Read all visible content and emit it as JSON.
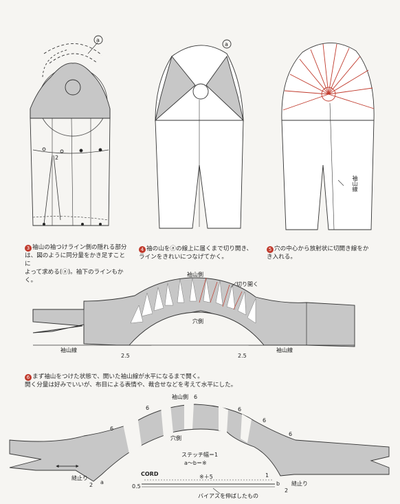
{
  "diagram": {
    "labels": {
      "a_circle": "a",
      "sodeyama_sen_vertical": "袖山線",
      "sodeyama_gawa_top": "袖山側",
      "kirihiraku": "切り開く",
      "anagawa_mid": "穴側",
      "sodeyama_sen_left": "袖山線",
      "sodeyama_sen_right": "袖山線",
      "val_25_left": "2.5",
      "val_25_right": "2.5",
      "sodeyama_gawa_bottom": "袖山側",
      "anagawa_bottom": "穴側",
      "six_top": "6",
      "six_l1": "6",
      "six_l2": "6",
      "six_r1": "6",
      "six_r2": "6",
      "six_r3": "6",
      "stitch": "ステッチ幅＝1",
      "formula": "a〜b＝※",
      "cord": "CORD",
      "cord_formula": "※＋5",
      "val_05": "0.5",
      "bias": "バイアスを伸ばしたもの",
      "nuidomari_left": "縫止り",
      "nuidomari_right": "縫止り",
      "pt_a": "a",
      "pt_b": "b",
      "two_left": "2",
      "two_right": "2",
      "one_right": "1",
      "tick_2": "2"
    },
    "captions": {
      "step3_num": "3",
      "step3_l1": "袖山の袖つけライン側の隠れる部分",
      "step3_l2": "は、図のように同分量をかき足すことに",
      "step3_l3": "よって求める(ⓐ)。袖下のラインもかく。",
      "step4_num": "4",
      "step4_l1": "袖の山をⓐの線上に届くまで切り開き、",
      "step4_l2": "ラインをきれいにつなげてかく。",
      "step5_num": "5",
      "step5_l1": "穴の中心から放射状に切開き線をか",
      "step5_l2": "き入れる。",
      "step6_num": "6",
      "step6_l1": "まず袖山をつけた状態で、開いた袖山線が水平になるまで開く。",
      "step6_l2": "開く分量は好みでいいが、布目による表情や、裁合せなどを考えて水平にした。"
    }
  }
}
